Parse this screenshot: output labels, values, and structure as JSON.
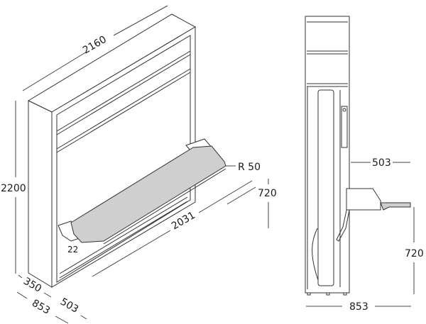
{
  "front_view": {
    "width_label": "2160",
    "height_label": "2200",
    "radius_label": "R 50",
    "desk_height_label": "720",
    "desk_width_label": "2031",
    "desk_thickness_label": "22",
    "depth_closed_label": "350",
    "depth_total_label": "853",
    "desk_depth_label": "503"
  },
  "side_view": {
    "desk_depth_label": "503",
    "desk_height_label": "720",
    "depth_total_label": "853"
  },
  "colors": {
    "line": "#333333",
    "desk": "#cfcfcf"
  }
}
